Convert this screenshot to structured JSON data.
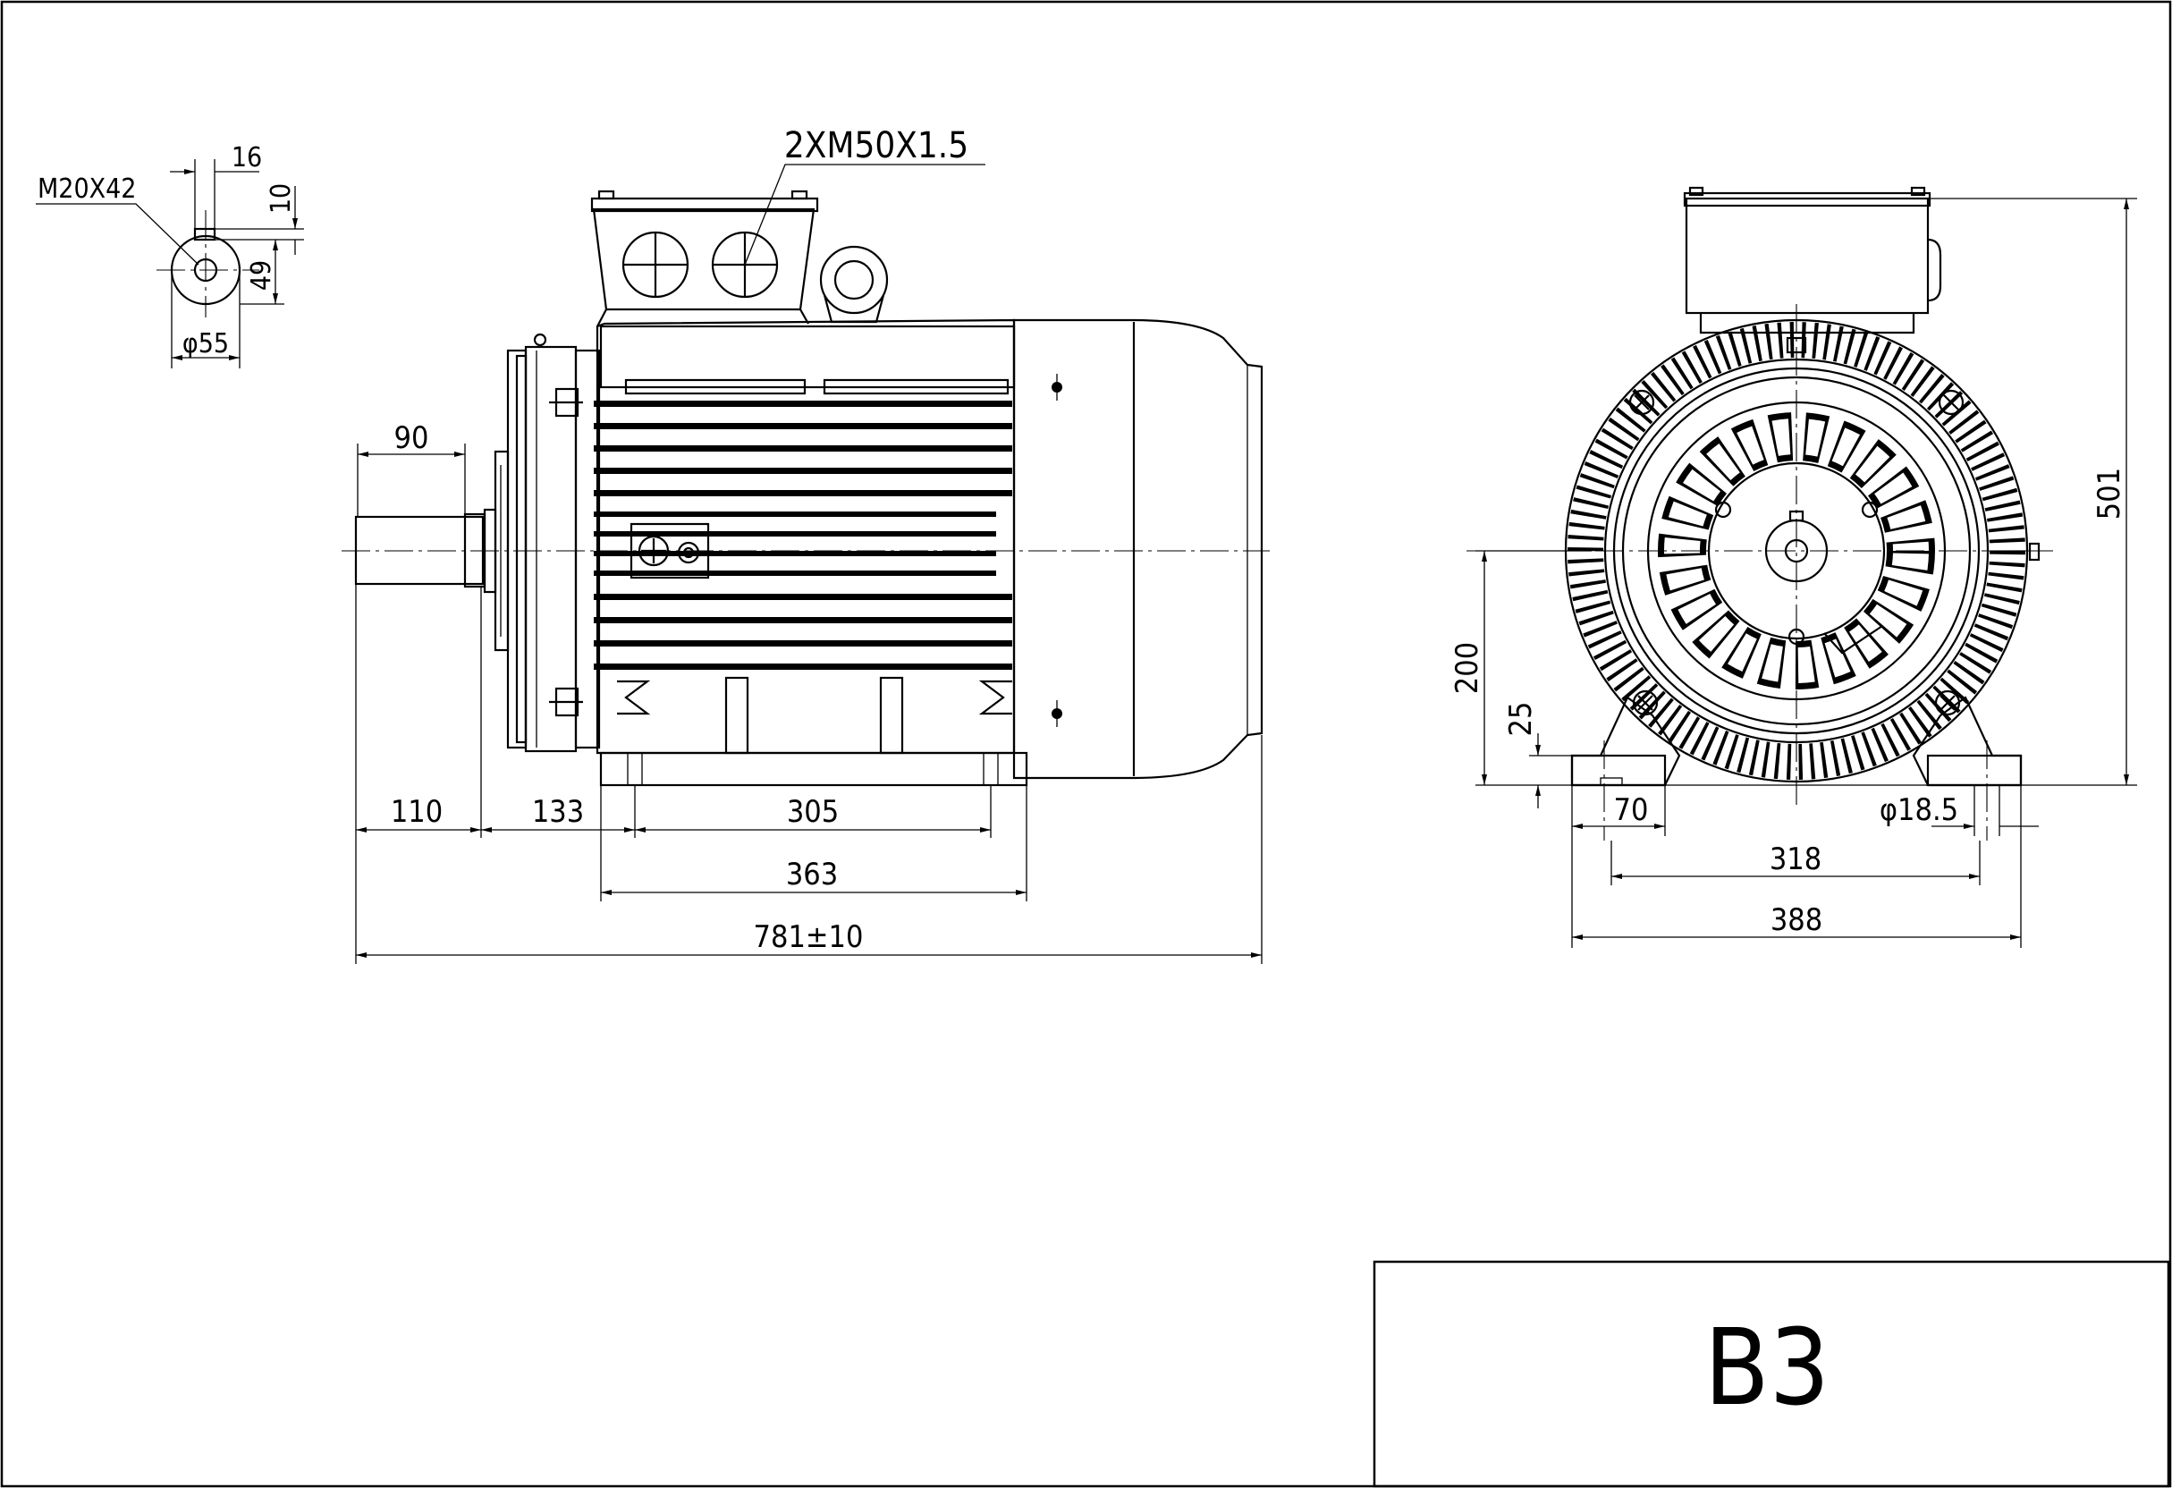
{
  "title_block": {
    "label": "B3"
  },
  "shaft_end": {
    "thread": "M20X42",
    "keyway_width": "16",
    "key_height": "10",
    "key_depth": "49",
    "diameter": "φ55"
  },
  "side_view": {
    "cable_gland": "2XM50X1.5",
    "shaft_length": "90",
    "shaft_extension": "110",
    "foot_offset": "133",
    "foot_hole_spacing": "305",
    "foot_length": "363",
    "overall_length": "781±10"
  },
  "front_view": {
    "overall_height": "501",
    "shaft_height": "200",
    "foot_thickness": "25",
    "foot_width": "70",
    "foot_hole_diameter": "φ18.5",
    "foot_hole_span": "318",
    "base_width": "388"
  }
}
